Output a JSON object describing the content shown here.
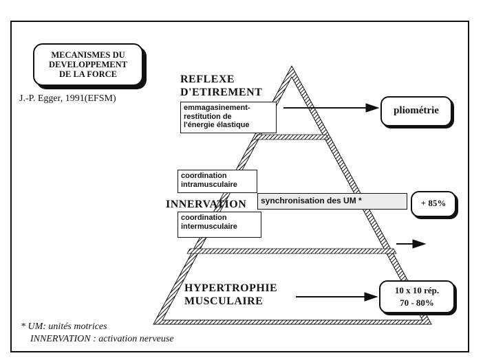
{
  "title": [
    "MECANISMES DU",
    "DEVELOPPEMENT",
    "DE LA FORCE"
  ],
  "author": "J.-P. Egger, 1991(EFSM)",
  "levels": {
    "top": {
      "heading": [
        "REFLEXE",
        "D'ETIREMENT"
      ],
      "box": [
        "emmagasinement-",
        "restitution de",
        "l'énergie élastique"
      ],
      "result": "pliométrie"
    },
    "middle": {
      "heading": "INNERVATION",
      "box_upper": [
        "coordination",
        "intramusculaire"
      ],
      "box_lower": [
        "coordination",
        "intermusculaire"
      ],
      "sync": "synchronisation des UM *",
      "result": "+ 85%"
    },
    "bottom": {
      "heading": [
        "HYPERTROPHIE",
        "MUSCULAIRE"
      ],
      "result": [
        "10 x 10 rép.",
        "70 - 80%"
      ]
    }
  },
  "footnotes": [
    "* UM: unités motrices",
    "INNERVATION : activation nerveuse"
  ]
}
